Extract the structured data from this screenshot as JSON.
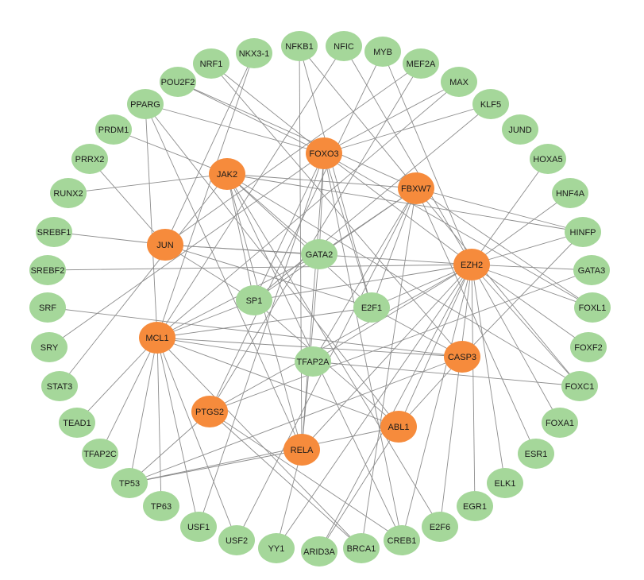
{
  "graph": {
    "colors": {
      "hub": "#f68b3c",
      "tf": "#a5d79a",
      "edge": "#8c8c8c",
      "text": "#1a1a1a"
    },
    "nodes": [
      {
        "id": "NKX3-1",
        "group": "tf"
      },
      {
        "id": "NFKB1",
        "group": "tf"
      },
      {
        "id": "NFIC",
        "group": "tf"
      },
      {
        "id": "MYB",
        "group": "tf"
      },
      {
        "id": "NRF1",
        "group": "tf"
      },
      {
        "id": "MEF2A",
        "group": "tf"
      },
      {
        "id": "POU2F2",
        "group": "tf"
      },
      {
        "id": "MAX",
        "group": "tf"
      },
      {
        "id": "PPARG",
        "group": "tf"
      },
      {
        "id": "KLF5",
        "group": "tf"
      },
      {
        "id": "PRDM1",
        "group": "tf"
      },
      {
        "id": "JUND",
        "group": "tf"
      },
      {
        "id": "PRRX2",
        "group": "tf"
      },
      {
        "id": "HOXA5",
        "group": "tf"
      },
      {
        "id": "RUNX2",
        "group": "tf"
      },
      {
        "id": "HNF4A",
        "group": "tf"
      },
      {
        "id": "SREBF1",
        "group": "tf"
      },
      {
        "id": "HINFP",
        "group": "tf"
      },
      {
        "id": "SREBF2",
        "group": "tf"
      },
      {
        "id": "GATA3",
        "group": "tf"
      },
      {
        "id": "SRF",
        "group": "tf"
      },
      {
        "id": "FOXL1",
        "group": "tf"
      },
      {
        "id": "SRY",
        "group": "tf"
      },
      {
        "id": "FOXF2",
        "group": "tf"
      },
      {
        "id": "STAT3",
        "group": "tf"
      },
      {
        "id": "FOXC1",
        "group": "tf"
      },
      {
        "id": "TEAD1",
        "group": "tf"
      },
      {
        "id": "FOXA1",
        "group": "tf"
      },
      {
        "id": "TFAP2C",
        "group": "tf"
      },
      {
        "id": "ESR1",
        "group": "tf"
      },
      {
        "id": "TP53",
        "group": "tf"
      },
      {
        "id": "ELK1",
        "group": "tf"
      },
      {
        "id": "TP63",
        "group": "tf"
      },
      {
        "id": "EGR1",
        "group": "tf"
      },
      {
        "id": "USF1",
        "group": "tf"
      },
      {
        "id": "E2F6",
        "group": "tf"
      },
      {
        "id": "USF2",
        "group": "tf"
      },
      {
        "id": "CREB1",
        "group": "tf"
      },
      {
        "id": "YY1",
        "group": "tf"
      },
      {
        "id": "BRCA1",
        "group": "tf"
      },
      {
        "id": "ARID3A",
        "group": "tf"
      },
      {
        "id": "GATA2",
        "group": "tf"
      },
      {
        "id": "SP1",
        "group": "tf"
      },
      {
        "id": "E2F1",
        "group": "tf"
      },
      {
        "id": "TFAP2A",
        "group": "tf"
      },
      {
        "id": "FOXO3",
        "group": "hub"
      },
      {
        "id": "JAK2",
        "group": "hub"
      },
      {
        "id": "FBXW7",
        "group": "hub"
      },
      {
        "id": "JUN",
        "group": "hub"
      },
      {
        "id": "EZH2",
        "group": "hub"
      },
      {
        "id": "MCL1",
        "group": "hub"
      },
      {
        "id": "CASP3",
        "group": "hub"
      },
      {
        "id": "PTGS2",
        "group": "hub"
      },
      {
        "id": "ABL1",
        "group": "hub"
      },
      {
        "id": "RELA",
        "group": "hub"
      }
    ],
    "edges": [
      [
        "NKX3-1",
        "JUN"
      ],
      [
        "NKX3-1",
        "MCL1"
      ],
      [
        "NFKB1",
        "FBXW7"
      ],
      [
        "NFKB1",
        "RELA"
      ],
      [
        "NFKB1",
        "E2F1"
      ],
      [
        "NFIC",
        "EZH2"
      ],
      [
        "NFIC",
        "MCL1"
      ],
      [
        "MYB",
        "EZH2"
      ],
      [
        "MYB",
        "PTGS2"
      ],
      [
        "NRF1",
        "FOXO3"
      ],
      [
        "NRF1",
        "CASP3"
      ],
      [
        "MEF2A",
        "JUN"
      ],
      [
        "MEF2A",
        "PTGS2"
      ],
      [
        "POU2F2",
        "FBXW7"
      ],
      [
        "POU2F2",
        "FOXO3"
      ],
      [
        "MAX",
        "FOXO3"
      ],
      [
        "MAX",
        "MCL1"
      ],
      [
        "PPARG",
        "ABL1"
      ],
      [
        "PPARG",
        "MCL1"
      ],
      [
        "PPARG",
        "RELA"
      ],
      [
        "PPARG",
        "FOXO3"
      ],
      [
        "KLF5",
        "FOXO3"
      ],
      [
        "KLF5",
        "SP1"
      ],
      [
        "PRDM1",
        "JAK2"
      ],
      [
        "HOXA5",
        "EZH2"
      ],
      [
        "PRRX2",
        "JUN"
      ],
      [
        "HNF4A",
        "EZH2"
      ],
      [
        "RUNX2",
        "JAK2"
      ],
      [
        "HINFP",
        "FBXW7"
      ],
      [
        "HINFP",
        "EZH2"
      ],
      [
        "HINFP",
        "JAK2"
      ],
      [
        "HINFP",
        "CASP3"
      ],
      [
        "SREBF1",
        "JUN"
      ],
      [
        "GATA3",
        "EZH2"
      ],
      [
        "GATA3",
        "PTGS2"
      ],
      [
        "SREBF2",
        "EZH2"
      ],
      [
        "FOXL1",
        "EZH2"
      ],
      [
        "FOXL1",
        "FBXW7"
      ],
      [
        "FOXL1",
        "FOXO3"
      ],
      [
        "SRF",
        "CASP3"
      ],
      [
        "FOXF2",
        "EZH2"
      ],
      [
        "SRY",
        "FOXO3"
      ],
      [
        "FOXC1",
        "EZH2"
      ],
      [
        "FOXC1",
        "FBXW7"
      ],
      [
        "FOXC1",
        "JAK2"
      ],
      [
        "FOXC1",
        "TFAP2A"
      ],
      [
        "STAT3",
        "JAK2"
      ],
      [
        "FOXA1",
        "EZH2"
      ],
      [
        "TEAD1",
        "MCL1"
      ],
      [
        "ESR1",
        "FBXW7"
      ],
      [
        "TFAP2C",
        "MCL1"
      ],
      [
        "ELK1",
        "EZH2"
      ],
      [
        "TP53",
        "MCL1"
      ],
      [
        "TP53",
        "PTGS2"
      ],
      [
        "TP53",
        "CASP3"
      ],
      [
        "TP53",
        "ABL1"
      ],
      [
        "TP53",
        "RELA"
      ],
      [
        "EGR1",
        "EZH2"
      ],
      [
        "TP63",
        "MCL1"
      ],
      [
        "E2F6",
        "EZH2"
      ],
      [
        "E2F6",
        "JAK2"
      ],
      [
        "USF1",
        "MCL1"
      ],
      [
        "USF1",
        "FOXO3"
      ],
      [
        "CREB1",
        "EZH2"
      ],
      [
        "CREB1",
        "FOXO3"
      ],
      [
        "CREB1",
        "JAK2"
      ],
      [
        "CREB1",
        "PTGS2"
      ],
      [
        "USF2",
        "FBXW7"
      ],
      [
        "USF2",
        "MCL1"
      ],
      [
        "BRCA1",
        "FBXW7"
      ],
      [
        "BRCA1",
        "MCL1"
      ],
      [
        "BRCA1",
        "PTGS2"
      ],
      [
        "YY1",
        "EZH2"
      ],
      [
        "YY1",
        "RELA"
      ],
      [
        "ARID3A",
        "EZH2"
      ],
      [
        "ARID3A",
        "ABL1"
      ],
      [
        "GATA2",
        "FBXW7"
      ],
      [
        "GATA2",
        "FOXO3"
      ],
      [
        "GATA2",
        "JAK2"
      ],
      [
        "GATA2",
        "JUN"
      ],
      [
        "GATA2",
        "MCL1"
      ],
      [
        "GATA2",
        "RELA"
      ],
      [
        "SP1",
        "FOXO3"
      ],
      [
        "SP1",
        "FBXW7"
      ],
      [
        "SP1",
        "EZH2"
      ],
      [
        "SP1",
        "JUN"
      ],
      [
        "SP1",
        "JAK2"
      ],
      [
        "SP1",
        "MCL1"
      ],
      [
        "SP1",
        "ABL1"
      ],
      [
        "E2F1",
        "FOXO3"
      ],
      [
        "E2F1",
        "FBXW7"
      ],
      [
        "E2F1",
        "EZH2"
      ],
      [
        "E2F1",
        "JUN"
      ],
      [
        "E2F1",
        "JAK2"
      ],
      [
        "E2F1",
        "MCL1"
      ],
      [
        "E2F1",
        "CASP3"
      ],
      [
        "TFAP2A",
        "FBXW7"
      ],
      [
        "TFAP2A",
        "EZH2"
      ],
      [
        "TFAP2A",
        "MCL1"
      ],
      [
        "FOXO3",
        "EZH2"
      ],
      [
        "JAK2",
        "FBXW7"
      ],
      [
        "JUN",
        "EZH2"
      ],
      [
        "PTGS2",
        "EZH2"
      ],
      [
        "ABL1",
        "CASP3"
      ],
      [
        "ABL1",
        "EZH2"
      ],
      [
        "RELA",
        "FOXO3"
      ],
      [
        "RELA",
        "EZH2"
      ],
      [
        "RELA",
        "JAK2"
      ],
      [
        "MCL1",
        "CASP3"
      ],
      [
        "MCL1",
        "ABL1"
      ]
    ]
  }
}
